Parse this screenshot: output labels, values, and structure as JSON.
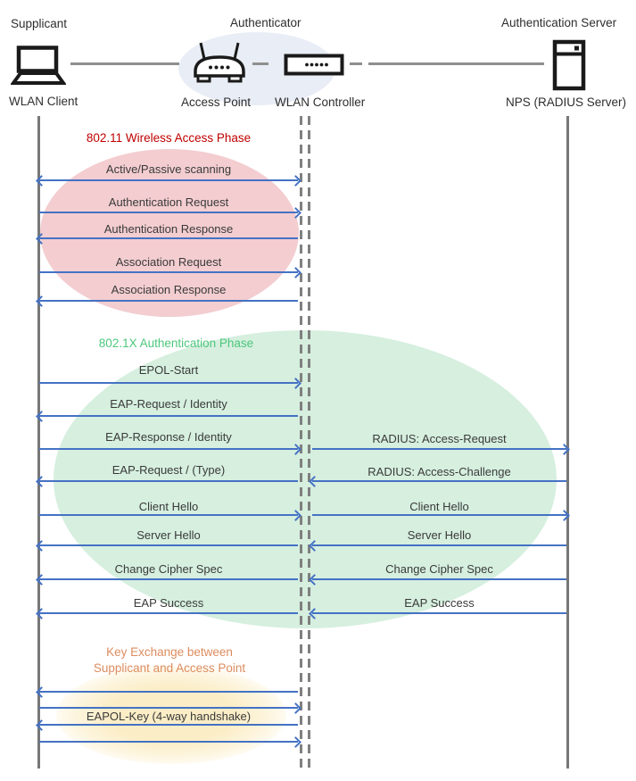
{
  "diagram": {
    "roles": [
      {
        "label": "Supplicant"
      },
      {
        "label": "Authenticator"
      },
      {
        "label": "Authentication Server"
      }
    ],
    "devices": [
      {
        "label": "WLAN Client",
        "icon": "laptop-icon"
      },
      {
        "label": "Access Point",
        "icon": "access-point-icon"
      },
      {
        "label": "WLAN Controller",
        "icon": "wlan-controller-icon"
      },
      {
        "label": "NPS (RADIUS Server)",
        "icon": "server-icon"
      }
    ],
    "phases": [
      {
        "title": "802.11 Wireless Access Phase",
        "messages": [
          {
            "label": "Active/Passive scanning",
            "direction": "both",
            "from": "WLAN Client",
            "to": "WLAN Controller"
          },
          {
            "label": "Authentication Request",
            "direction": "right",
            "from": "WLAN Client",
            "to": "WLAN Controller"
          },
          {
            "label": "Authentication Response",
            "direction": "left",
            "from": "WLAN Controller",
            "to": "WLAN Client"
          },
          {
            "label": "Association Request",
            "direction": "right",
            "from": "WLAN Client",
            "to": "WLAN Controller"
          },
          {
            "label": "Association Response",
            "direction": "left",
            "from": "WLAN Controller",
            "to": "WLAN Client"
          }
        ]
      },
      {
        "title": "802.1X Authentication Phase",
        "messages_left": [
          {
            "label": "EPOL-Start",
            "direction": "right",
            "from": "WLAN Client",
            "to": "WLAN Controller"
          },
          {
            "label": "EAP-Request / Identity",
            "direction": "left",
            "from": "WLAN Controller",
            "to": "WLAN Client"
          },
          {
            "label": "EAP-Response / Identity",
            "direction": "right",
            "from": "WLAN Client",
            "to": "WLAN Controller"
          },
          {
            "label": "EAP-Request / (Type)",
            "direction": "left",
            "from": "WLAN Controller",
            "to": "WLAN Client"
          },
          {
            "label": "Client Hello",
            "direction": "right",
            "from": "WLAN Client",
            "to": "WLAN Controller"
          },
          {
            "label": "Server Hello",
            "direction": "left",
            "from": "WLAN Controller",
            "to": "WLAN Client"
          },
          {
            "label": "Change Cipher Spec",
            "direction": "left",
            "from": "WLAN Controller",
            "to": "WLAN Client"
          },
          {
            "label": "EAP Success",
            "direction": "left",
            "from": "WLAN Controller",
            "to": "WLAN Client"
          }
        ],
        "messages_right": [
          {
            "label": "RADIUS: Access-Request",
            "direction": "right",
            "from": "WLAN Controller",
            "to": "NPS (RADIUS Server)"
          },
          {
            "label": "RADIUS: Access-Challenge",
            "direction": "left",
            "from": "NPS (RADIUS Server)",
            "to": "WLAN Controller"
          },
          {
            "label": "Client Hello",
            "direction": "right",
            "from": "WLAN Controller",
            "to": "NPS (RADIUS Server)"
          },
          {
            "label": "Server Hello",
            "direction": "left",
            "from": "NPS (RADIUS Server)",
            "to": "WLAN Controller"
          },
          {
            "label": "Change Cipher Spec",
            "direction": "left",
            "from": "NPS (RADIUS Server)",
            "to": "WLAN Controller"
          },
          {
            "label": "EAP Success",
            "direction": "left",
            "from": "NPS (RADIUS Server)",
            "to": "WLAN Controller"
          }
        ]
      },
      {
        "title_line1": "Key Exchange between",
        "title_line2": "Supplicant and Access Point",
        "messages": [
          {
            "label": "",
            "direction": "left",
            "from": "WLAN Controller",
            "to": "WLAN Client"
          },
          {
            "label": "",
            "direction": "right",
            "from": "WLAN Client",
            "to": "WLAN Controller"
          },
          {
            "label": "EAPOL-Key (4-way handshake)",
            "direction": "left",
            "from": "WLAN Controller",
            "to": "WLAN Client"
          },
          {
            "label": "",
            "direction": "right",
            "from": "WLAN Client",
            "to": "WLAN Controller"
          }
        ]
      }
    ]
  },
  "colors": {
    "arrow_blue": "#4472C4",
    "lifeline_gray": "#777777",
    "phase1_title": "#C00000",
    "phase1_ellipse": "#F3CDD0",
    "phase2_title": "#4DC77C",
    "phase2_ellipse": "#D6EFDF",
    "phase3_title": "#DD8C5E",
    "phase3_ellipse": "#FBEDC6",
    "authenticator_ellipse": "#E9EDF6",
    "message_text": "#3A3A3A"
  }
}
